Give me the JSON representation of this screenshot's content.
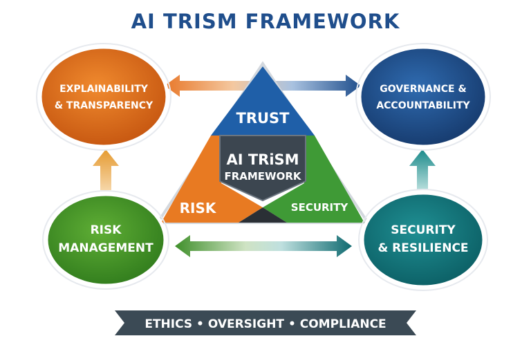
{
  "title": "AI TRISM FRAMEWORK",
  "center": {
    "top_label": "TRUST",
    "core_line1": "AI TRiSM",
    "core_line2": "FRAMEWORK",
    "left_label": "RISK",
    "right_label": "SECURITY"
  },
  "nodes": {
    "explainability": {
      "line1": "EXPLAINABILITY",
      "line2": "& TRANSPARENCY",
      "color": "#e36a1b"
    },
    "governance": {
      "line1": "GOVERNANCE &",
      "line2": "ACCOUNTABILITY",
      "color": "#1f4e8c"
    },
    "risk_management": {
      "line1": "RISK",
      "line2": "MANAGEMENT",
      "color": "#4e9a2c"
    },
    "security_resilience": {
      "line1": "SECURITY",
      "line2": "& RESILIENCE",
      "color": "#157a80"
    }
  },
  "banner": {
    "text": "ETHICS • OVERSIGHT • COMPLIANCE"
  },
  "colors": {
    "title": "#1f4e8c",
    "trust": "#1f5fa8",
    "risk": "#e87a22",
    "security": "#3f9a36",
    "core": "#3c4650",
    "banner": "#3b4a55"
  }
}
